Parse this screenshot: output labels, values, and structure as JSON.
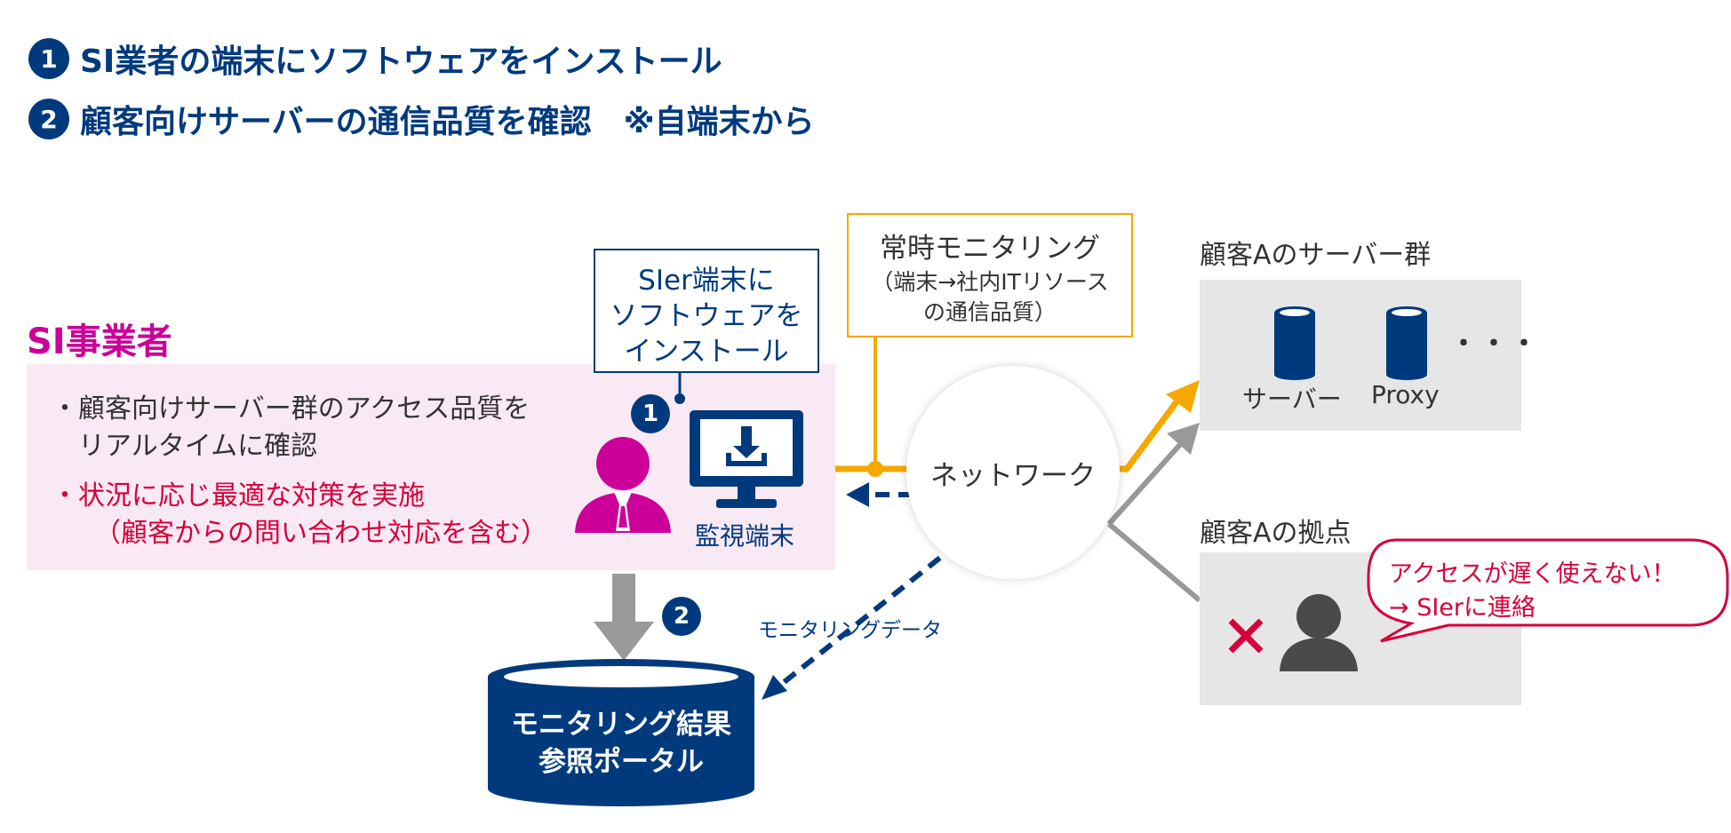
{
  "steps": [
    {
      "num": "1",
      "text": "SI業者の端末にソフトウェアをインストール"
    },
    {
      "num": "2",
      "text": "顧客向けサーバーの通信品質を確認　※自端末から"
    }
  ],
  "si": {
    "title": "SI事業者",
    "bullet1_line1": "・顧客向けサーバー群のアクセス品質を",
    "bullet1_line2": "　リアルタイムに確認",
    "bullet2_line1": "・状況に応じ最適な対策を実施",
    "bullet2_line2": "（顧客からの問い合わせ対応を含む）"
  },
  "install_box": {
    "line1": "SIer端末に",
    "line2": "ソフトウェアを",
    "line3": "インストール",
    "badge": "1"
  },
  "monitoring_box": {
    "title": "常時モニタリング",
    "sub1": "（端末→社内ITリソース",
    "sub2": "の通信品質）"
  },
  "pc_label": "監視端末",
  "network_label": "ネットワーク",
  "servers": {
    "title": "顧客Aのサーバー群",
    "server_label": "サーバー",
    "proxy_label": "Proxy",
    "more": "・・・"
  },
  "site": {
    "title": "顧客Aの拠点",
    "bubble_line1": "アクセスが遅く使えない！",
    "bubble_line2": "→ SIerに連絡"
  },
  "flow": {
    "badge2": "2",
    "monitoring_data": "モニタリングデータ"
  },
  "portal": {
    "line1": "モニタリング結果",
    "line2": "参照ポータル"
  },
  "colors": {
    "navy": "#003a7d",
    "magenta": "#cc0099",
    "orange": "#f5a800",
    "red": "#d6003a",
    "gray": "#999999"
  }
}
